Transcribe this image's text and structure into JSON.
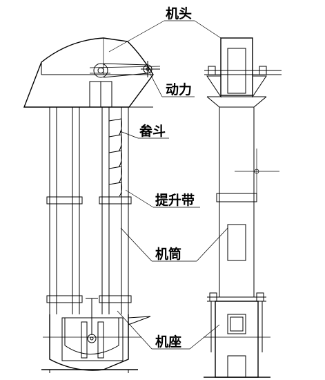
{
  "diagram": {
    "labels": {
      "head": "机头",
      "power": "动力",
      "bucket": "畚斗",
      "belt": "提升带",
      "casing": "机筒",
      "base": "机座"
    },
    "colors": {
      "line": "#000000",
      "background": "#ffffff"
    }
  }
}
